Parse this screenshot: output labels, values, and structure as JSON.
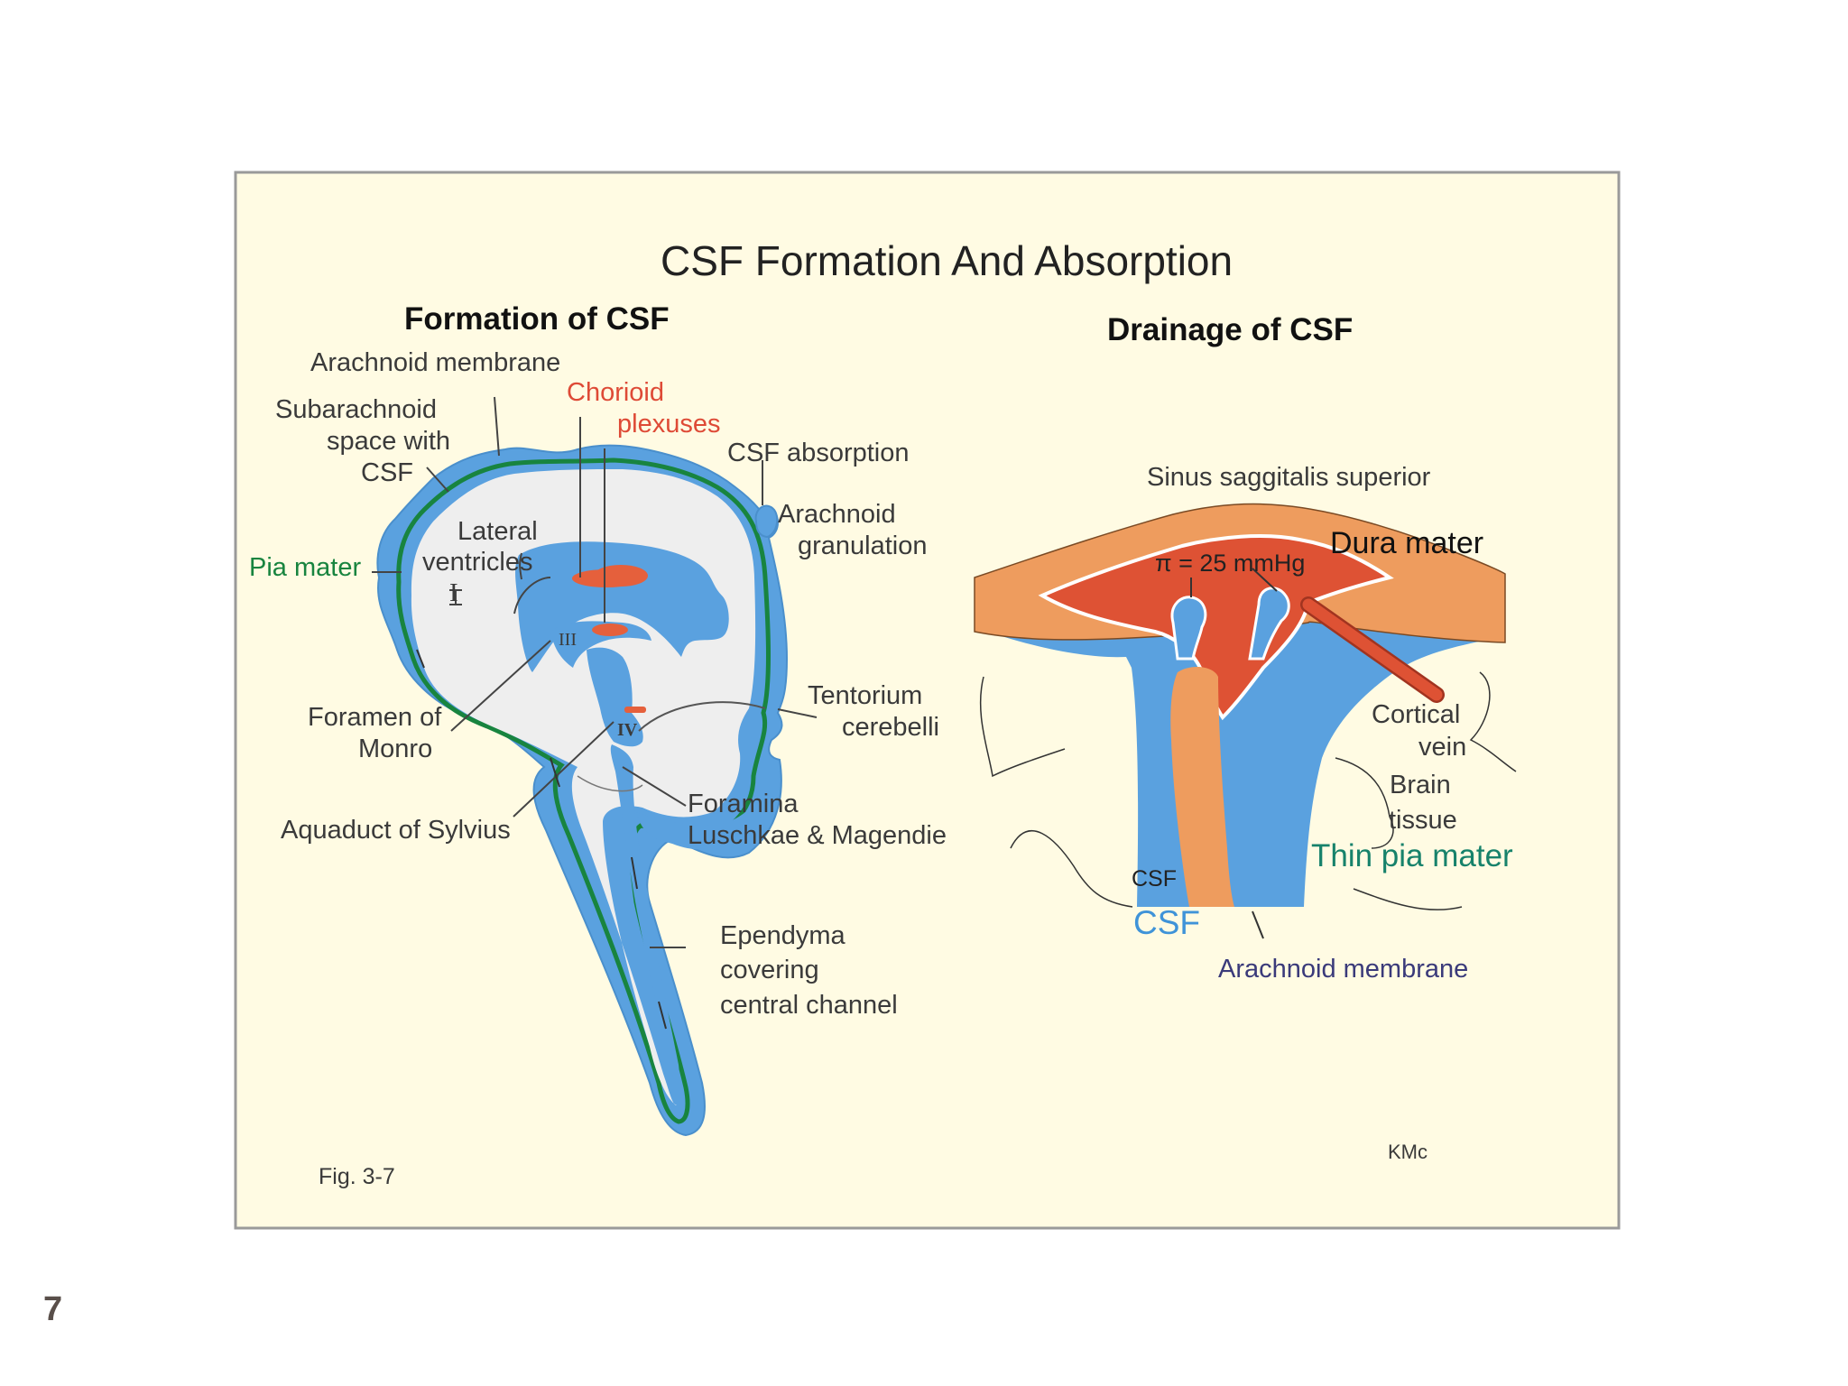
{
  "slide": {
    "page_number": "7"
  },
  "figure": {
    "title": "CSF Formation And Absorption",
    "left_heading": "Formation of CSF",
    "right_heading": "Drainage of CSF",
    "fig_label": "Fig. 3-7",
    "author_mark": "KMc",
    "colors": {
      "background": "#fffbe3",
      "csf_blue": "#5aa1df",
      "pia_green": "#18843f",
      "blood_red": "#de5234",
      "dura_orange": "#ee9c5e",
      "brain_gray": "#eeeeee"
    },
    "formation_labels": {
      "arachnoid_membrane": "Arachnoid membrane",
      "subarachnoid_1": "Subarachnoid",
      "subarachnoid_2": "space with",
      "subarachnoid_3": "CSF",
      "chorioid_1": "Chorioid",
      "chorioid_2": "plexuses",
      "csf_absorption": "CSF absorption",
      "arachnoid_granulation_1": "Arachnoid",
      "arachnoid_granulation_2": "granulation",
      "lateral_ventricles_1": "Lateral",
      "lateral_ventricles_2": "ventricles",
      "roman_1": "I",
      "roman_3": "III",
      "roman_4": "IV",
      "pia_mater": "Pia mater",
      "tentorium_1": "Tentorium",
      "tentorium_2": "cerebelli",
      "foramen_monro_1": "Foramen of",
      "foramen_monro_2": "Monro",
      "foramina_1": "Foramina",
      "foramina_2": "Luschkae & Magendie",
      "aquaduct": "Aquaduct of Sylvius",
      "ependyma_1": "Ependyma",
      "ependyma_2": "covering",
      "ependyma_3": "central channel"
    },
    "drainage_labels": {
      "sinus": "Sinus saggitalis superior",
      "pressure": "π = 25 mmHg",
      "dura_mater": "Dura mater",
      "cortical_vein_1": "Cortical",
      "cortical_vein_2": "vein",
      "brain_tissue_1": "Brain",
      "brain_tissue_2": "tissue",
      "thin_pia_mater": "Thin pia mater",
      "csf_small": "CSF",
      "csf_large": "CSF",
      "arachnoid_membrane": "Arachnoid membrane"
    }
  }
}
